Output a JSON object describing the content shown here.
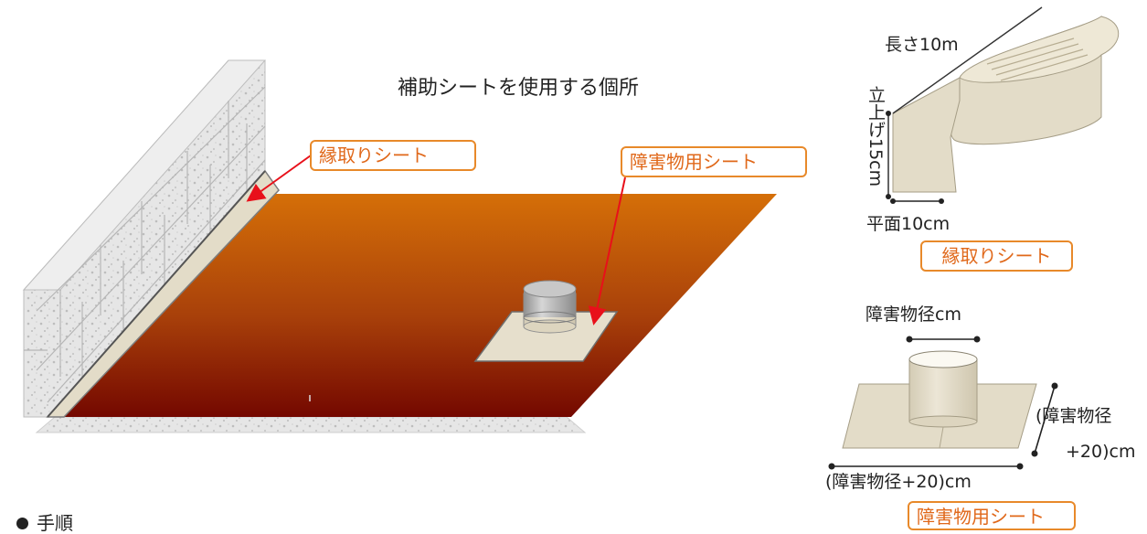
{
  "title": "補助シートを使用する個所",
  "labels": {
    "edge_sheet_main": "縁取りシート",
    "obstacle_sheet_main": "障害物用シート",
    "edge_sheet_side": "縁取りシート",
    "obstacle_sheet_side": "障害物用シート"
  },
  "dimensions": {
    "length": "長さ10m",
    "rise": "立上げ15cm",
    "plane": "平面10cm",
    "obstacle_diameter": "障害物径cm",
    "obstacle_side_line1": "(障害物径",
    "obstacle_side_line2": "+20)cm",
    "obstacle_bottom": "(障害物径+20)cm"
  },
  "section": {
    "heading": "手順"
  },
  "colors": {
    "accent_orange": "#e8892a",
    "arrow_red": "#e8101a",
    "floor_top": "#d4700a",
    "floor_bottom": "#7a0a00",
    "sheet_beige": "#e3dcc8",
    "wall_gray": "#dcdcdc",
    "pipe_gray": "#b5b5b5"
  }
}
